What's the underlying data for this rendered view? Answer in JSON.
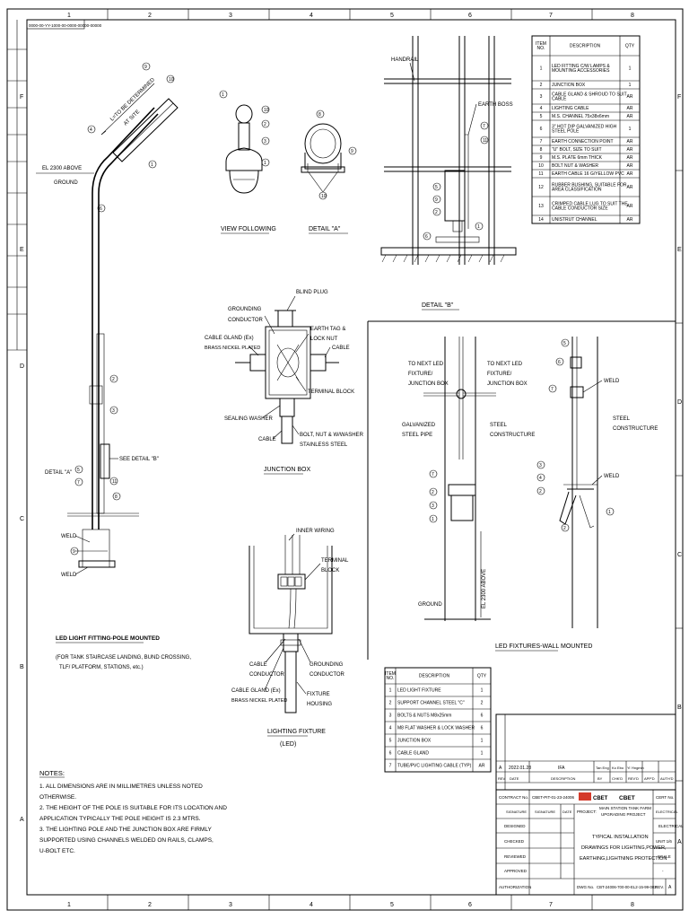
{
  "border": {
    "col_numbers": [
      "1",
      "2",
      "3",
      "4",
      "5",
      "6",
      "7",
      "8"
    ],
    "row_letters": [
      "F",
      "E",
      "D",
      "C",
      "B",
      "A"
    ],
    "ref_text": "0000-00-YY-1000-00-0000-00000-00000"
  },
  "views": {
    "pole": {
      "title": "LED LIGHT FITTING-POLE MOUNTED",
      "subtitle_1": "(FOR TANK STAIRCASE LANDING, BUND CROSSING,",
      "subtitle_2": "TLF/ PLATFORM, STATIONS, etc.)",
      "dim_label": "L=TO BE DETERMINED",
      "dim_label_2": "AT SITE",
      "el_label": "EL 2300 ABOVE",
      "el_label_2": "GROUND",
      "weld_1": "WELD",
      "weld_2": "WELD",
      "detail_a": "DETAIL \"A\"",
      "see_detail_b": "SEE DETAIL \"B\""
    },
    "view_following": {
      "title": "VIEW FOLLOWING"
    },
    "detail_a": {
      "title": "DETAIL \"A\""
    },
    "detail_b": {
      "title": "DETAIL \"B\"",
      "handrail": "HANDRAIL",
      "earth_boss": "EARTH BOSS"
    },
    "junction_box": {
      "title": "JUNCTION BOX",
      "blind_plug": "BLIND PLUG",
      "grounding": "GROUNDING",
      "conductor": "CONDUCTOR",
      "earth_tag": "EARTH TAG &",
      "lock_nut": "LOCK NUT",
      "cable_gland": "CABLE GLAND (Ex)",
      "brass": "BRASS NICKEL PLATED",
      "cable_r": "CABLE",
      "terminal_block": "TERMINAL BLOCK",
      "sealing_washer": "SEALING WASHER",
      "cable": "CABLE",
      "bolt": "BOLT, NUT & W/WASHER",
      "stainless": "STAINLESS STEEL"
    },
    "lighting_fixture": {
      "title": "LIGHTING FIXTURE",
      "title_2": "(LED)",
      "inner_wiring": "INNER WIRING",
      "terminal": "TERMINAL",
      "block": "BLOCK",
      "cable": "CABLE",
      "conductor": "CONDUCTOR",
      "grounding": "GROUNDING",
      "gland": "CABLE GLAND (Ex)",
      "brass": "BRASS NICKEL PLATED",
      "fixture": "FIXTURE",
      "housing": "HOUSING"
    },
    "wall_mounted": {
      "title": "LED FIXTURES-WALL MOUNTED",
      "to_next_1a": "TO NEXT LED",
      "to_next_1b": "FIXTURE/",
      "to_next_1c": "JUNCTION BOX",
      "to_next_2a": "TO NEXT LED",
      "to_next_2b": "FIXTURE/",
      "to_next_2c": "JUNCTION BOX",
      "galv_pipe_1": "GALVANIZED",
      "galv_pipe_2": "STEEL PIPE",
      "steel_const_1": "STEEL",
      "steel_const_2": "CONSTRUCTURE",
      "steel_const_3": "STEEL",
      "steel_const_4": "CONSTRUCTURE",
      "weld_1": "WELD",
      "weld_2": "WELD",
      "ground": "GROUND",
      "el_label": "EL 2300 ABOVE"
    }
  },
  "table_top": {
    "headers": [
      "ITEM NO.",
      "DESCRIPTION",
      "QTY"
    ],
    "rows": [
      [
        "1",
        "LED FITTING C/W LAMPS & MOUNTING ACCESSORIES",
        "1"
      ],
      [
        "2",
        "JUNCTION BOX",
        "1"
      ],
      [
        "3",
        "CABLE GLAND & SHROUD TO SUIT CABLE",
        "AR"
      ],
      [
        "4",
        "LIGHTING CABLE",
        "AR"
      ],
      [
        "5",
        "M.S. CHANNEL 75x38x6mm",
        "AR"
      ],
      [
        "6",
        "3\" HOT DIP GALVANIZED HIGH STEEL POLE",
        "1"
      ],
      [
        "7",
        "EARTH CONNECTION POINT",
        "AR"
      ],
      [
        "8",
        "\"U\" BOLT, SIZE TO SUIT",
        "AR"
      ],
      [
        "9",
        "M.S. PLATE 6mm THICK",
        "AR"
      ],
      [
        "10",
        "BOLT NUT & WASHER",
        "AR"
      ],
      [
        "11",
        "EARTH CABLE 16 G/YELLOW PVC",
        "AR"
      ],
      [
        "12",
        "RUBBER BUSHING, SUITABLE FOR AREA CLASSIFICATION",
        "AR"
      ],
      [
        "13",
        "CRIMPED CABLE LUG TO SUIT THE CABLE CONDUCTOR SIZE",
        "AR"
      ],
      [
        "14",
        "UNISTRUT CHANNEL",
        "AR"
      ]
    ]
  },
  "table_bottom": {
    "headers": [
      "ITEM NO.",
      "DESCRIPTION",
      "QTY"
    ],
    "rows": [
      [
        "1",
        "LED LIGHT FIXTURE",
        "1"
      ],
      [
        "2",
        "SUPPORT CHANNEL STEEL \"C\"",
        "2"
      ],
      [
        "3",
        "BOLTS & NUTS M8x25mm",
        "6"
      ],
      [
        "4",
        "M8 FLAT WASHER & LOCK WASHER",
        "6"
      ],
      [
        "5",
        "JUNCTION BOX",
        "1"
      ],
      [
        "6",
        "CABLE GLAND",
        "1"
      ],
      [
        "7",
        "TUBE/PVC LIGHTING CABLE (TYP)",
        "AR"
      ]
    ]
  },
  "notes": {
    "heading": "NOTES:",
    "lines": [
      "1.  ALL DIMENSIONS ARE IN MILLIMETRES UNLESS NOTED",
      "     OTHERWISE.",
      "2.  THE HEIGHT OF THE POLE IS SUITABLE FOR ITS LOCATION AND",
      "     APPLICATION TYPICALLY THE POLE HEIGHT IS 2.3 MTRS.",
      "3.  THE LIGHTING POLE AND THE JUNCTION BOX ARE FIRMLY",
      "     SUPPORTED USING CHANNELS WELDED ON RAILS, CLAMPS,",
      "     U-BOLT ETC."
    ]
  },
  "title_block": {
    "rev_row": [
      "A",
      "2022.01.28",
      "IFA",
      "Tan Eng",
      "Ko Ebo",
      "Yi Yingmin"
    ],
    "rev_headers": [
      "REV",
      "DATE",
      "DESCRIPTION",
      "BY",
      "CHK'D",
      "REV'D",
      "APP'D",
      "AUTH'D"
    ],
    "contract_label": "CONTRACT No.",
    "contract_no": "CBET-PIT-01-23-24006",
    "brand": "CBET",
    "cert_label": "CERT No.",
    "signature_hdr": [
      "SIGNATURE",
      "SIGNATURE",
      "DATE"
    ],
    "project_label": "PROJECT:",
    "project_name_1": "MAIN STATION TANK FARM",
    "project_name_2": "UPGRADING PROJECT",
    "roles": [
      "DESIGNED",
      "CHECKED",
      "REVIEWED",
      "APPROVED",
      "AUTHORIZATION"
    ],
    "title_1": "TYPICAL INSTALLATION",
    "title_2": "DRAWINGS FOR LIGHTING,POWER,",
    "title_3": "EARTHING,LIGHTNING PROTECTION",
    "discipline": "ELECTRICAL",
    "unit": "UNIT 1/6",
    "scale_label": "SCALE",
    "scale": "-",
    "dwg_label": "DWG No.",
    "dwg_no": "CBT-24006-700-00-EL2-15-99-003",
    "rev_label": "REV.",
    "rev": "A"
  }
}
